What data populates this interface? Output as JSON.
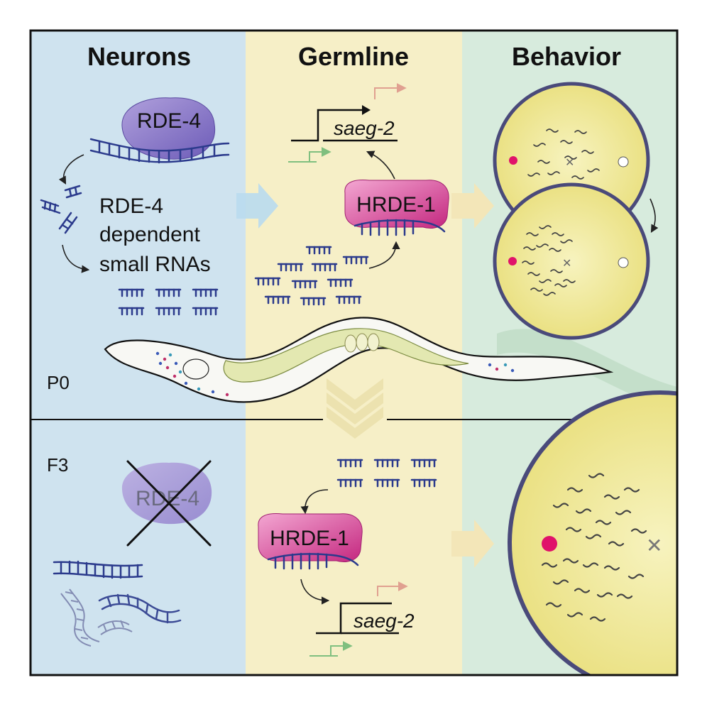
{
  "columns": {
    "neurons": "Neurons",
    "germline": "Germline",
    "behavior": "Behavior"
  },
  "generations": {
    "top": "P0",
    "bottom": "F3"
  },
  "proteins": {
    "rde4": "RDE-4",
    "hrde1": "HRDE-1"
  },
  "gene": "saeg-2",
  "small_rna_label": [
    "RDE-4",
    "dependent",
    "small RNAs"
  ],
  "colors": {
    "neurons_bg": "#cfe3ef",
    "germline_bg": "#f6efc7",
    "behavior_bg": "#d7ebdd",
    "rde4_purple": "#8a78c6",
    "hrde1_magenta": "#d64a9a",
    "rna_blue": "#2b3a8c",
    "plate_yellow": "#f3ec9c",
    "odor_dot": "#e0126a",
    "frame": "#111111"
  },
  "icons": [
    "dsRNA-icon",
    "small-RNA-icon",
    "promoter-arrow-icon",
    "petri-plate-icon",
    "worm-icon",
    "cross-out-icon"
  ]
}
